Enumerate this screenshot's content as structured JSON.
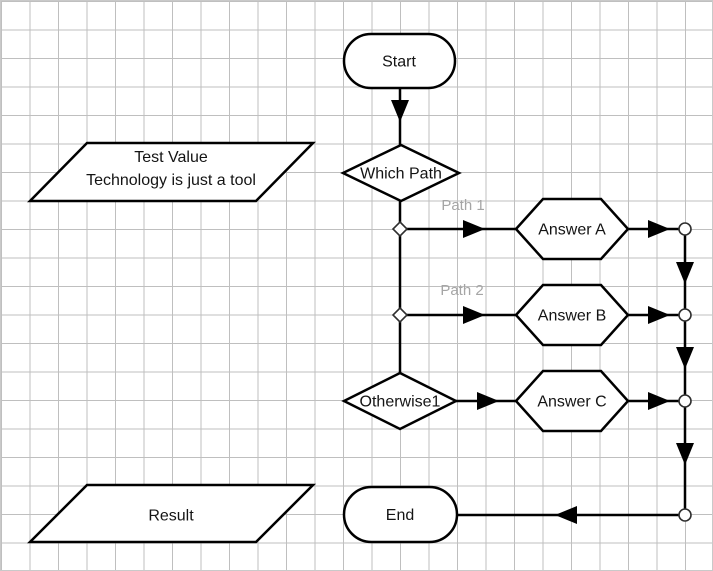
{
  "colors": {
    "background": "#ffffff",
    "grid": "#bfbfbf",
    "shape_fill": "#ffffff",
    "shape_stroke": "#000000",
    "edge": "#000000",
    "text": "#141414",
    "edge_label": "#a5a5a5"
  },
  "nodes": {
    "start": {
      "shape": "terminator",
      "label": "Start"
    },
    "which_path": {
      "shape": "decision",
      "label": "Which Path"
    },
    "test_value": {
      "shape": "parallelogram",
      "line1": "Test Value",
      "line2": "Technology is just a tool"
    },
    "answer_a": {
      "shape": "hexagon",
      "label": "Answer A"
    },
    "answer_b": {
      "shape": "hexagon",
      "label": "Answer B"
    },
    "otherwise": {
      "shape": "decision",
      "label": "Otherwise1"
    },
    "answer_c": {
      "shape": "hexagon",
      "label": "Answer C"
    },
    "result": {
      "shape": "parallelogram",
      "label": "Result"
    },
    "end": {
      "shape": "terminator",
      "label": "End"
    }
  },
  "edge_labels": {
    "path1": "Path 1",
    "path2": "Path 2"
  }
}
